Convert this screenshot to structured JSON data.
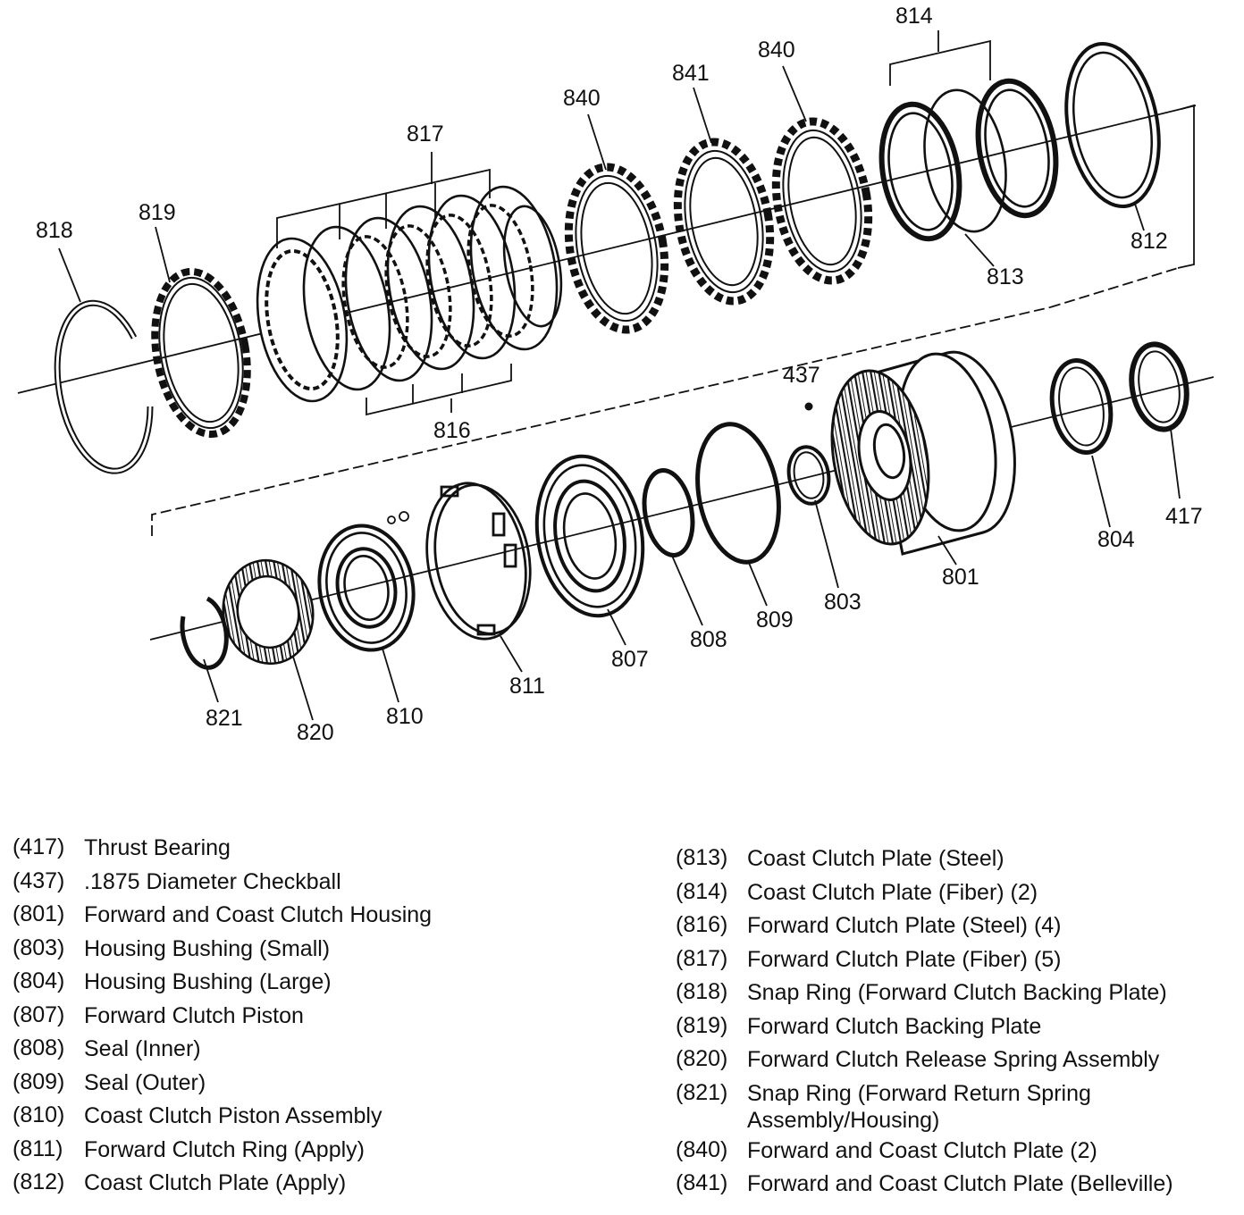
{
  "diagram": {
    "callouts": {
      "p818": "818",
      "p819": "819",
      "p817": "817",
      "p816": "816",
      "p840a": "840",
      "p841": "841",
      "p840b": "840",
      "p814": "814",
      "p813": "813",
      "p812": "812",
      "p437": "437",
      "p417": "417",
      "p804": "804",
      "p801": "801",
      "p803": "803",
      "p809": "809",
      "p808": "808",
      "p807": "807",
      "p811": "811",
      "p810": "810",
      "p820": "820",
      "p821": "821"
    }
  },
  "legend": {
    "left": [
      {
        "num": "(417)",
        "desc": "Thrust Bearing"
      },
      {
        "num": "(437)",
        "desc": ".1875 Diameter Checkball"
      },
      {
        "num": "(801)",
        "desc": "Forward and Coast Clutch Housing"
      },
      {
        "num": "(803)",
        "desc": "Housing Bushing (Small)"
      },
      {
        "num": "(804)",
        "desc": "Housing Bushing (Large)"
      },
      {
        "num": "(807)",
        "desc": "Forward Clutch Piston"
      },
      {
        "num": "(808)",
        "desc": "Seal (Inner)"
      },
      {
        "num": "(809)",
        "desc": "Seal (Outer)"
      },
      {
        "num": "(810)",
        "desc": "Coast Clutch Piston Assembly"
      },
      {
        "num": "(811)",
        "desc": "Forward Clutch Ring (Apply)"
      },
      {
        "num": "(812)",
        "desc": "Coast Clutch Plate (Apply)"
      }
    ],
    "right": [
      {
        "num": "(813)",
        "desc": "Coast Clutch Plate (Steel)"
      },
      {
        "num": "(814)",
        "desc": "Coast Clutch Plate (Fiber) (2)"
      },
      {
        "num": "(816)",
        "desc": "Forward Clutch Plate (Steel) (4)"
      },
      {
        "num": "(817)",
        "desc": "Forward Clutch Plate (Fiber) (5)"
      },
      {
        "num": "(818)",
        "desc": "Snap Ring (Forward Clutch Backing Plate)"
      },
      {
        "num": "(819)",
        "desc": "Forward Clutch Backing Plate"
      },
      {
        "num": "(820)",
        "desc": "Forward Clutch Release Spring Assembly"
      },
      {
        "num": "(821)",
        "desc": "Snap Ring (Forward Return Spring Assembly/Housing)"
      },
      {
        "num": "(840)",
        "desc": "Forward and Coast Clutch Plate (2)"
      },
      {
        "num": "(841)",
        "desc": "Forward and Coast Clutch Plate (Belleville)"
      }
    ]
  }
}
